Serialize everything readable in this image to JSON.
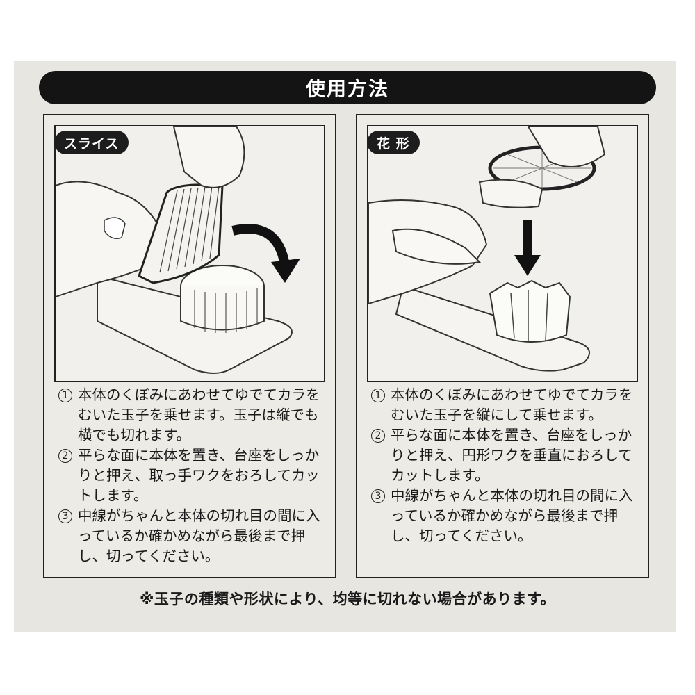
{
  "title": "使用方法",
  "panels": [
    {
      "tag": "スライス",
      "steps": [
        {
          "num": "1",
          "text": "本体のくぼみにあわせてゆでてカラをむいた玉子を乗せます。玉子は縦でも横でも切れます。"
        },
        {
          "num": "2",
          "text": "平らな面に本体を置き、台座をしっかりと押え、取っ手ワクをおろしてカットします。"
        },
        {
          "num": "3",
          "text": "中線がちゃんと本体の切れ目の間に入っているか確かめながら最後まで押し、切ってください。"
        }
      ]
    },
    {
      "tag": "花 形",
      "steps": [
        {
          "num": "1",
          "text": "本体のくぼみにあわせてゆでてカラをむいた玉子を縦にして乗せます。"
        },
        {
          "num": "2",
          "text": "平らな面に本体を置き、台座をしっかりと押え、円形ワクを垂直におろしてカットします。"
        },
        {
          "num": "3",
          "text": "中線がちゃんと本体の切れ目の間に入っているか確かめながら最後まで押し、切ってください。"
        }
      ]
    }
  ],
  "footer": "※玉子の種類や形状により、均等に切れない場合があります。"
}
